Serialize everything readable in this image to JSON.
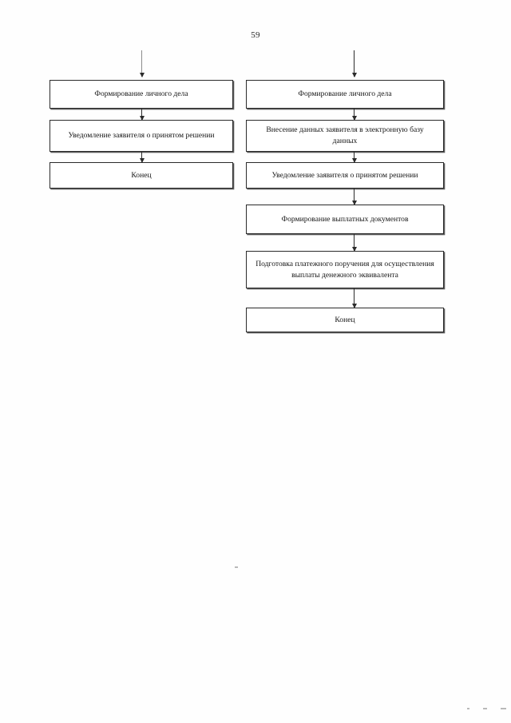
{
  "document": {
    "page_number": "59",
    "language": "ru"
  },
  "diagram": {
    "type": "flowchart",
    "orientation": "vertical",
    "columns": [
      {
        "id": "left-branch",
        "name": "left-flow-column",
        "entry_arrow": true,
        "nodes": [
          {
            "id": "l1",
            "label": "Формирование личного дела"
          },
          {
            "id": "l2",
            "label": "Уведомление заявителя о принятом решении"
          },
          {
            "id": "l3",
            "label": "Конец",
            "terminal": true
          }
        ]
      },
      {
        "id": "right-branch",
        "name": "right-flow-column",
        "entry_arrow": true,
        "nodes": [
          {
            "id": "r1",
            "label": "Формирование личного дела"
          },
          {
            "id": "r2",
            "label": "Внесение данных заявителя в электронную базу данных"
          },
          {
            "id": "r3",
            "label": "Уведомление заявителя о принятом решении"
          },
          {
            "id": "r4",
            "label": "Формирование выплатных документов"
          },
          {
            "id": "r5",
            "label": "Подготовка платежного поручения для осуществления выплаты денежного эквивалента"
          },
          {
            "id": "r6",
            "label": "Конец",
            "terminal": true
          }
        ]
      }
    ],
    "colors": {
      "box_border": "#2b2b2b",
      "box_fill": "#ffffff",
      "box_shadow": "#5a5a5a",
      "connector": "#2b2b2b",
      "text": "#151515",
      "page_background": "#fefefe"
    }
  }
}
